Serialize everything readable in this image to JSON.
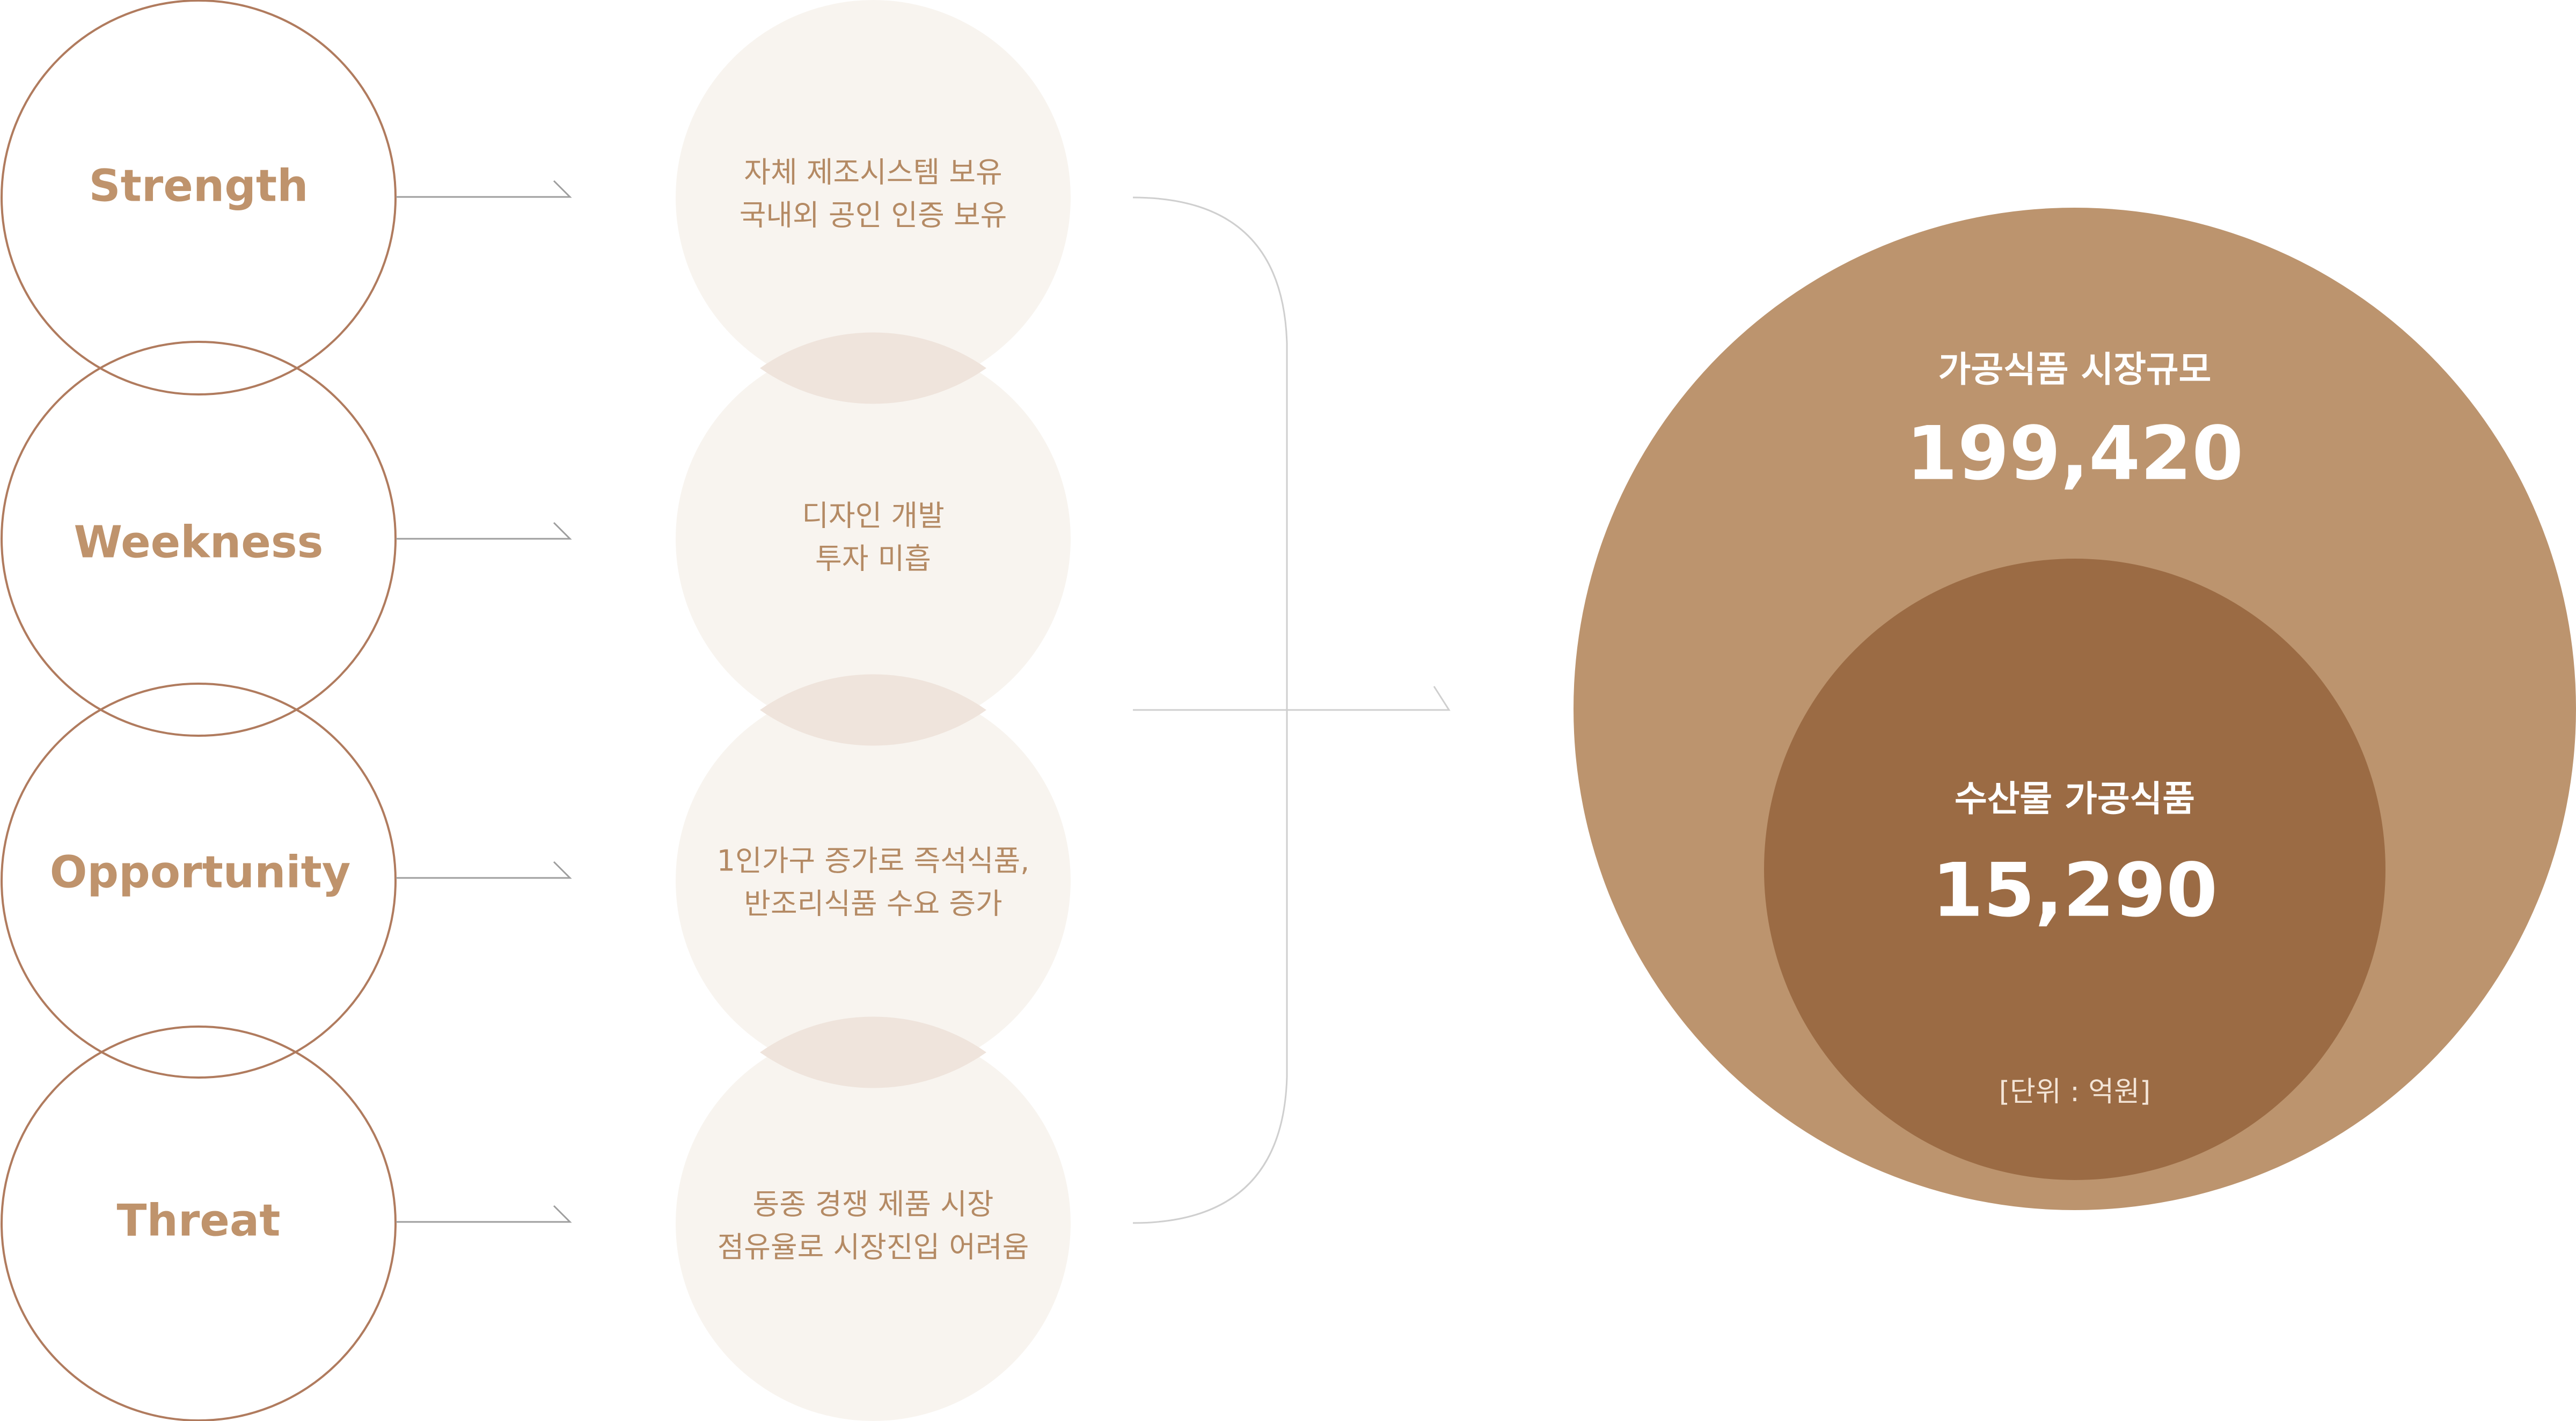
{
  "swot": [
    {
      "label": "Strength",
      "lines": [
        "자체 제조시스템 보유",
        "국내외 공인 인증 보유"
      ]
    },
    {
      "label": "Weekness",
      "lines": [
        "디자인 개발",
        "투자 미흡"
      ]
    },
    {
      "label": "Opportunity",
      "lines": [
        "1인가구 증가로 즉석식품,",
        "반조리식품 수요 증가"
      ]
    },
    {
      "label": "Threat",
      "lines": [
        "동종 경쟁 제품 시장",
        "점유율로 시장진입 어려움"
      ]
    }
  ],
  "market": {
    "outer": {
      "title": "가공식품 시장규모",
      "value": "199,420"
    },
    "inner": {
      "title": "수산물 가공식품",
      "value": "15,290"
    },
    "unit": "[단위 : 억원]"
  },
  "colors": {
    "outline": "#b07b5e",
    "label": "#bf936c",
    "desc_circle_fill": "#f8f4ef",
    "desc_overlap_fill": "#efe4dc",
    "desc_text": "#b48a64",
    "connector": "#c9c9c9",
    "outer_circle": "#bc946e",
    "inner_circle": "#9b6b44"
  }
}
